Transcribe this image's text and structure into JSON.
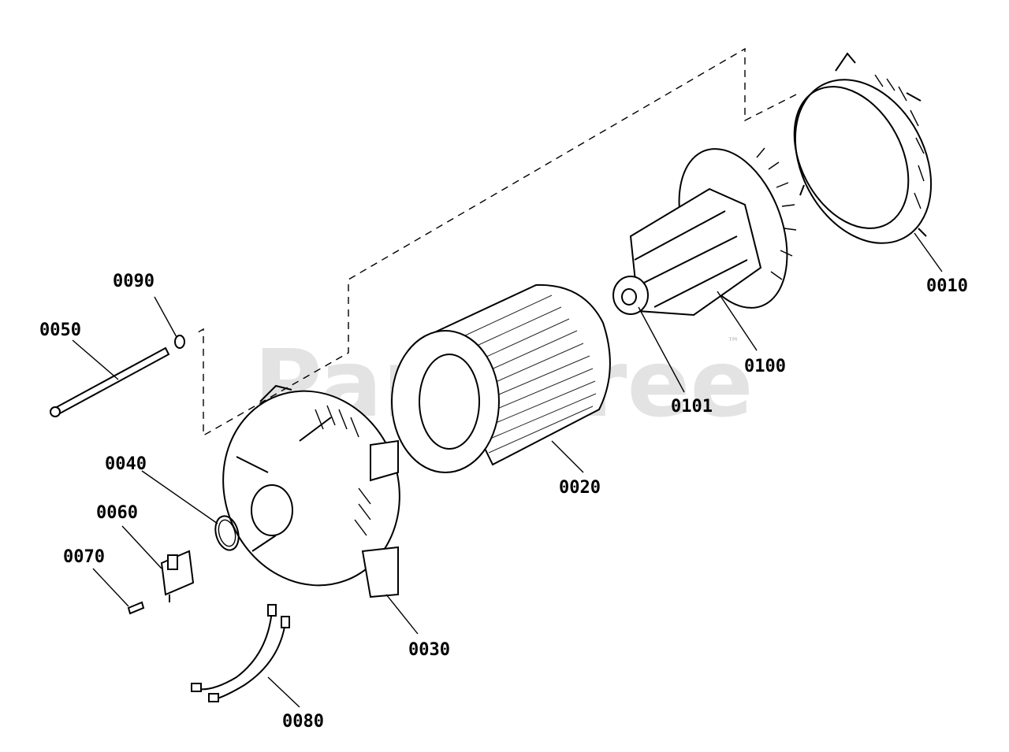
{
  "watermark": {
    "text": "PartsTree",
    "trademark": "™"
  },
  "parts": [
    {
      "id": "0010",
      "label": "0010"
    },
    {
      "id": "0020",
      "label": "0020"
    },
    {
      "id": "0030",
      "label": "0030"
    },
    {
      "id": "0040",
      "label": "0040"
    },
    {
      "id": "0050",
      "label": "0050"
    },
    {
      "id": "0060",
      "label": "0060"
    },
    {
      "id": "0070",
      "label": "0070"
    },
    {
      "id": "0080",
      "label": "0080"
    },
    {
      "id": "0090",
      "label": "0090"
    },
    {
      "id": "0100",
      "label": "0100"
    },
    {
      "id": "0101",
      "label": "0101"
    }
  ],
  "colors": {
    "line": "#000000",
    "background": "#ffffff",
    "watermark": "#c8c8c8"
  }
}
